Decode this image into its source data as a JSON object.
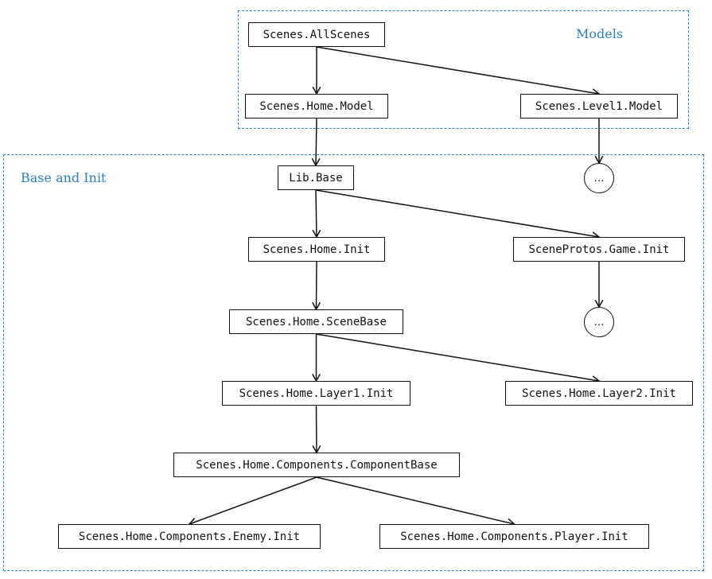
{
  "groups": {
    "models": {
      "label": "Models"
    },
    "base_init": {
      "label": "Base and Init"
    }
  },
  "nodes": {
    "all_scenes": "Scenes.AllScenes",
    "home_model": "Scenes.Home.Model",
    "level1_model": "Scenes.Level1.Model",
    "lib_base": "Lib.Base",
    "home_init": "Scenes.Home.Init",
    "sceneprotos_game_init": "SceneProtos.Game.Init",
    "home_scenebase": "Scenes.Home.SceneBase",
    "home_layer1_init": "Scenes.Home.Layer1.Init",
    "home_layer2_init": "Scenes.Home.Layer2.Init",
    "component_base": "Scenes.Home.Components.ComponentBase",
    "enemy_init": "Scenes.Home.Components.Enemy.Init",
    "player_init": "Scenes.Home.Components.Player.Init",
    "ellipsis_1": "…",
    "ellipsis_2": "…"
  },
  "edges": [
    {
      "from": "all_scenes",
      "to": "home_model"
    },
    {
      "from": "all_scenes",
      "to": "level1_model"
    },
    {
      "from": "home_model",
      "to": "lib_base"
    },
    {
      "from": "level1_model",
      "to": "ellipsis_1"
    },
    {
      "from": "lib_base",
      "to": "home_init"
    },
    {
      "from": "lib_base",
      "to": "sceneprotos_game_init"
    },
    {
      "from": "sceneprotos_game_init",
      "to": "ellipsis_2"
    },
    {
      "from": "home_init",
      "to": "home_scenebase"
    },
    {
      "from": "home_scenebase",
      "to": "home_layer1_init"
    },
    {
      "from": "home_scenebase",
      "to": "home_layer2_init"
    },
    {
      "from": "home_layer1_init",
      "to": "component_base"
    },
    {
      "from": "component_base",
      "to": "enemy_init"
    },
    {
      "from": "component_base",
      "to": "player_init"
    }
  ],
  "colors": {
    "group_border": "#2a7fc1",
    "group_label": "#2a7fc1",
    "node_border": "#111111",
    "edge": "#111111"
  }
}
